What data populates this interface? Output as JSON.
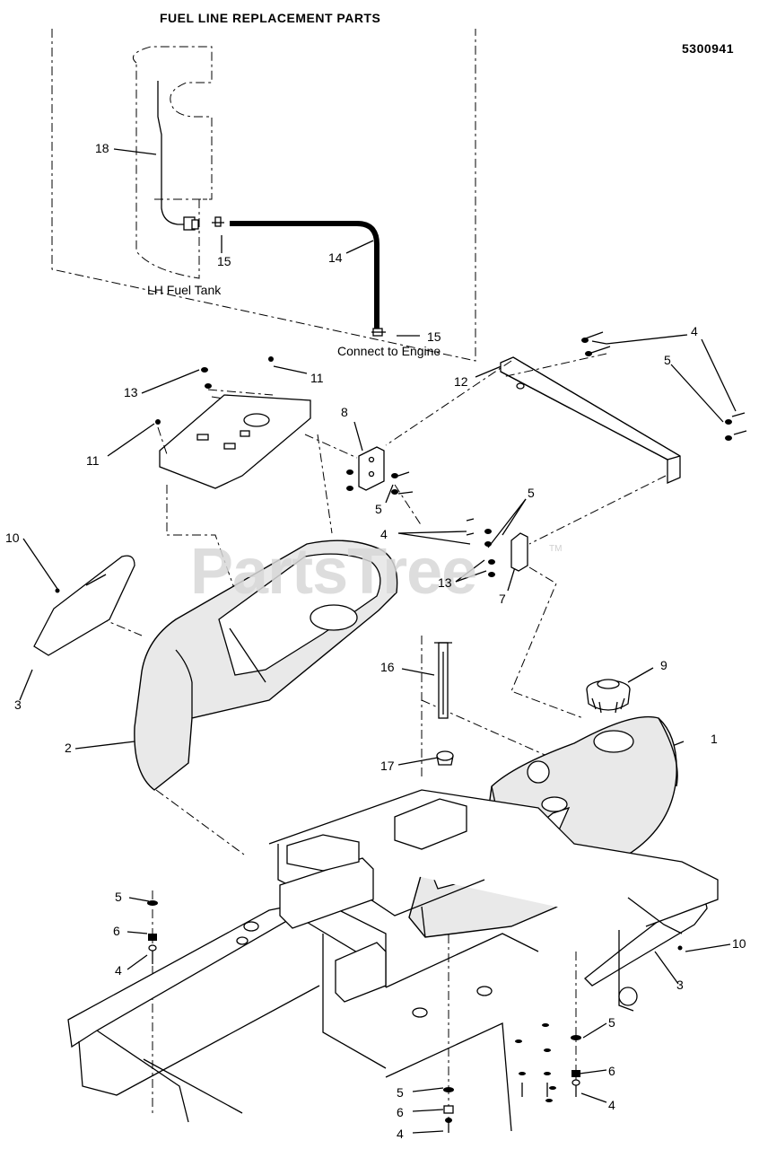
{
  "diagram": {
    "title": "FUEL LINE REPLACEMENT PARTS",
    "part_number": "5300941",
    "inset_labels": {
      "lh_fuel_tank": "LH Fuel Tank",
      "connect_to_engine": "Connect to Engine"
    },
    "watermark": "PartsTree",
    "watermark_tm": "TM",
    "callouts": [
      {
        "id": "c18",
        "text": "18"
      },
      {
        "id": "c15a",
        "text": "15"
      },
      {
        "id": "c14",
        "text": "14"
      },
      {
        "id": "c15b",
        "text": "15"
      },
      {
        "id": "c4a",
        "text": "4"
      },
      {
        "id": "c5a",
        "text": "5"
      },
      {
        "id": "c12",
        "text": "12"
      },
      {
        "id": "c13a",
        "text": "13"
      },
      {
        "id": "c11a",
        "text": "11"
      },
      {
        "id": "c8",
        "text": "8"
      },
      {
        "id": "c11b",
        "text": "11"
      },
      {
        "id": "c5b",
        "text": "5"
      },
      {
        "id": "c5c",
        "text": "5"
      },
      {
        "id": "c4b",
        "text": "4"
      },
      {
        "id": "c10a",
        "text": "10"
      },
      {
        "id": "c13b",
        "text": "13"
      },
      {
        "id": "c7",
        "text": "7"
      },
      {
        "id": "c9",
        "text": "9"
      },
      {
        "id": "c16",
        "text": "16"
      },
      {
        "id": "c1",
        "text": "1"
      },
      {
        "id": "c3a",
        "text": "3"
      },
      {
        "id": "c2",
        "text": "2"
      },
      {
        "id": "c17",
        "text": "17"
      },
      {
        "id": "c5d",
        "text": "5"
      },
      {
        "id": "c6a",
        "text": "6"
      },
      {
        "id": "c4c",
        "text": "4"
      },
      {
        "id": "c10b",
        "text": "10"
      },
      {
        "id": "c3b",
        "text": "3"
      },
      {
        "id": "c5e",
        "text": "5"
      },
      {
        "id": "c6b",
        "text": "6"
      },
      {
        "id": "c4d",
        "text": "4"
      },
      {
        "id": "c5f",
        "text": "5"
      },
      {
        "id": "c6c",
        "text": "6"
      },
      {
        "id": "c4e",
        "text": "4"
      }
    ]
  }
}
